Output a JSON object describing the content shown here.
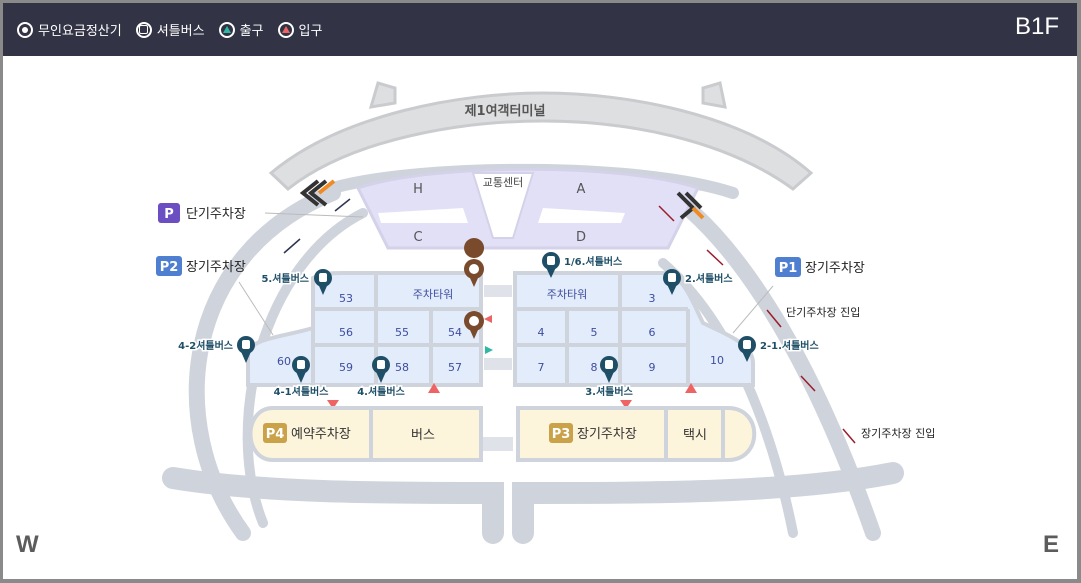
{
  "header": {
    "floor": "B1F",
    "legend": [
      {
        "icon": "payment-kiosk-icon",
        "label": "무인요금정산기"
      },
      {
        "icon": "shuttle-bus-icon",
        "label": "셔틀버스"
      },
      {
        "icon": "exit-icon",
        "label": "출구"
      },
      {
        "icon": "entrance-icon",
        "label": "입구"
      }
    ]
  },
  "colors": {
    "header_bg": "#323446",
    "road": "#cfd3db",
    "terminal": "#dedfe1",
    "transport_center": "#e2e0f6",
    "parking_blue": "#e3ecfb",
    "parking_yellow": "#fdf4dc",
    "badge_purple": "#6a4ec2",
    "badge_blue": "#4f7fd1",
    "badge_gold": "#caa24a",
    "shuttle_pin": "#1f4f67",
    "kiosk_pin": "#7a4a2c",
    "exit": "#2fb9a4",
    "entrance": "#ee6464",
    "arrow_red": "#9b1c2a",
    "arrow_navy": "#2d3450"
  },
  "map": {
    "terminal_label": "제1여객터미널",
    "transport_center": "교통센터",
    "gates": [
      "H",
      "A",
      "C",
      "D"
    ],
    "parking_labels": {
      "short_term": {
        "badge": "P",
        "label": "단기주차장"
      },
      "p1": {
        "badge": "P1",
        "label": "장기주차장"
      },
      "p2": {
        "badge": "P2",
        "label": "장기주차장"
      },
      "p3": {
        "badge": "P3",
        "label": "장기주차장"
      },
      "p4": {
        "badge": "P4",
        "label": "예약주차장"
      }
    },
    "bus_zone": "버스",
    "taxi_zone": "택시",
    "entry_short": "단기주차장 진입",
    "entry_long": "장기주차장 진입",
    "west_zones": {
      "tower": "주차타워",
      "cells": [
        "53",
        "56",
        "55",
        "54",
        "60",
        "59",
        "58",
        "57"
      ]
    },
    "east_zones": {
      "tower": "주차타워",
      "cells": [
        "3",
        "4",
        "5",
        "6",
        "7",
        "8",
        "9",
        "10"
      ]
    },
    "shuttle_stops": [
      "5.셔틀버스",
      "4-2셔틀버스",
      "4-1셔틀버스",
      "4.셔틀버스",
      "1/6.셔틀버스",
      "2.셔틀버스",
      "2-1.셔틀버스",
      "3.셔틀버스"
    ],
    "compass": {
      "west": "W",
      "east": "E"
    }
  }
}
